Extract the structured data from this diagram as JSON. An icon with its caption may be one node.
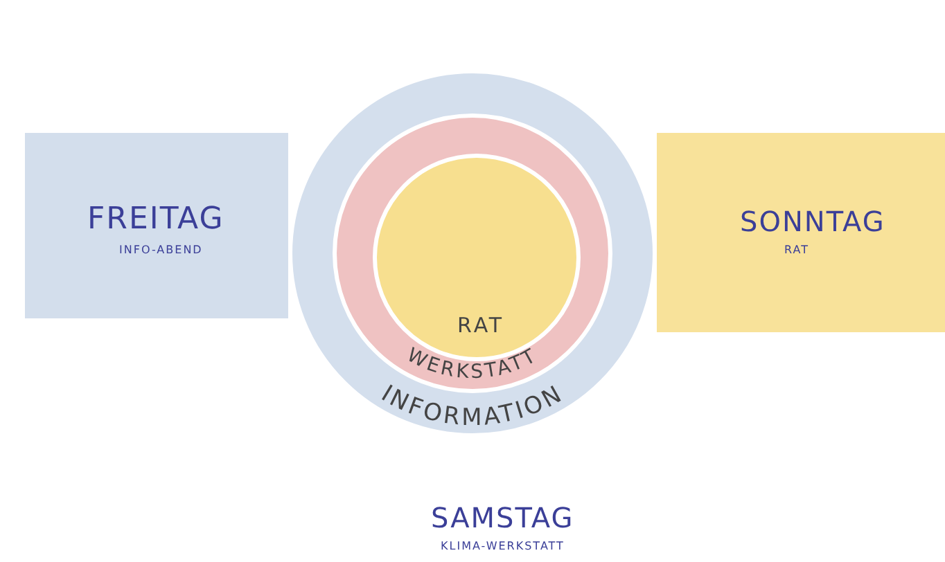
{
  "diagram": {
    "nodes": [
      {
        "text": [
          "FREITAG",
          "INFO-ABEND"
        ]
      },
      {
        "text": [
          "INFORMATION"
        ]
      },
      {
        "text": [
          "WERKSTATT"
        ],
        "in": 1
      },
      {
        "text": [
          "RAT"
        ],
        "in": 2
      },
      {
        "text": [
          "SONNTAG",
          "RAT"
        ]
      }
    ],
    "edges": [],
    "labels": [
      "SAMSTAG",
      "KLIMA-WERKSTATT"
    ]
  }
}
